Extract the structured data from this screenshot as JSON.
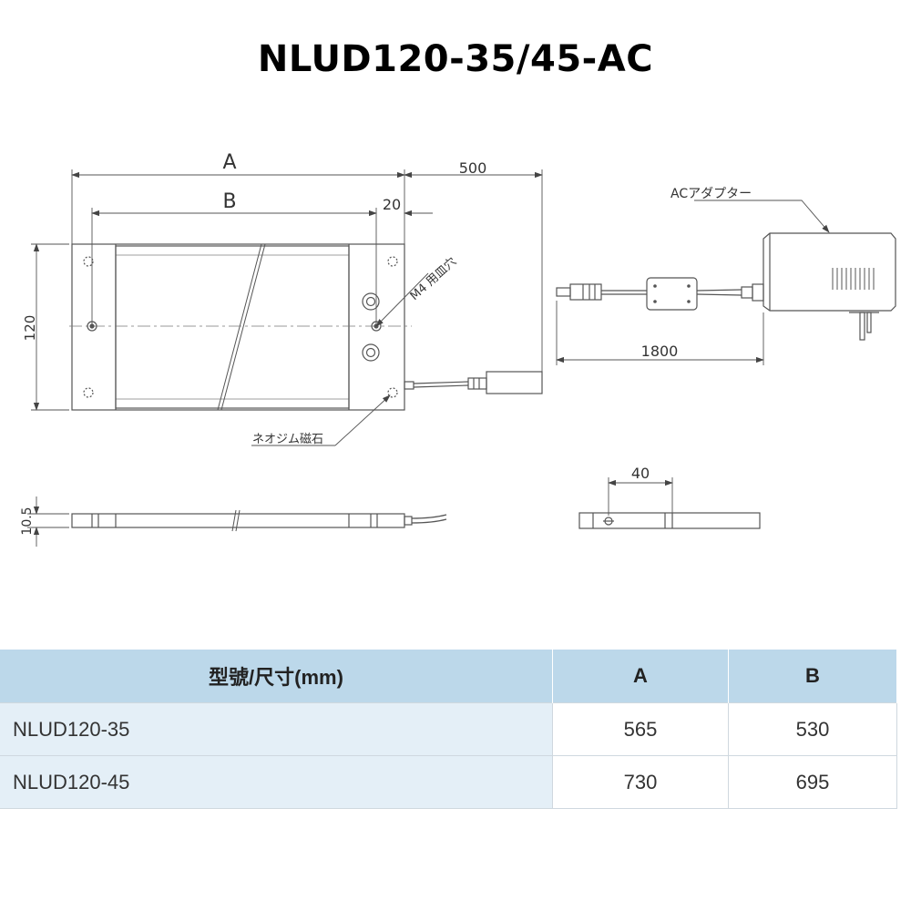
{
  "title": "NLUD120-35/45-AC",
  "drawing": {
    "dim_A": "A",
    "dim_B": "B",
    "dim_500": "500",
    "dim_20": "20",
    "dim_120": "120",
    "dim_1800": "1800",
    "dim_40": "40",
    "dim_10_5": "10.5",
    "label_m4": "M4 用皿穴",
    "label_magnet": "ネオジム磁石",
    "label_adapter": "ACアダプター"
  },
  "table": {
    "headers": [
      "型號/尺寸(mm)",
      "A",
      "B"
    ],
    "rows": [
      {
        "model": "NLUD120-35",
        "a": "565",
        "b": "530"
      },
      {
        "model": "NLUD120-45",
        "a": "730",
        "b": "695"
      }
    ]
  }
}
